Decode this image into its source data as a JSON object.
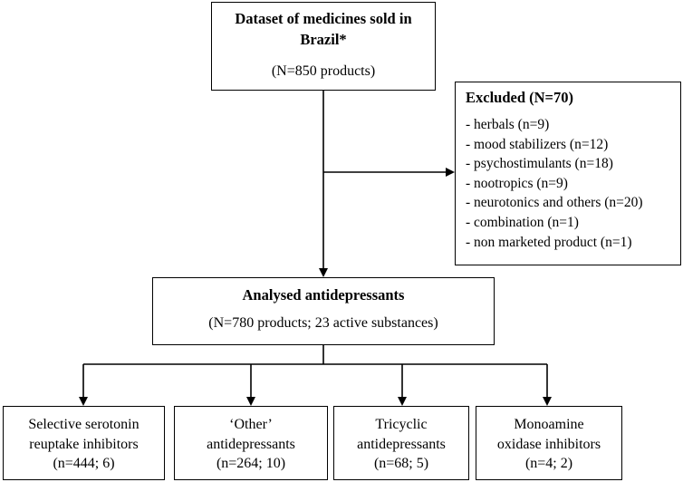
{
  "source_box": {
    "title": "Dataset of medicines sold in Brazil*",
    "count": "(N=850 products)"
  },
  "excluded_box": {
    "title": "Excluded (N=70)",
    "items": [
      "- herbals (n=9)",
      "- mood stabilizers (n=12)",
      "- psychostimulants (n=18)",
      "- nootropics (n=9)",
      "- neurotonics and others (n=20)",
      "- combination (n=1)",
      "- non marketed product (n=1)"
    ]
  },
  "analysed_box": {
    "title": "Analysed antidepressants",
    "count": "(N=780 products; 23 active substances)"
  },
  "categories": [
    {
      "line1": "Selective serotonin",
      "line2": "reuptake inhibitors",
      "count": "(n=444; 6)"
    },
    {
      "line1": "‘Other’",
      "line2": "antidepressants",
      "count": "(n=264; 10)"
    },
    {
      "line1": "Tricyclic",
      "line2": "antidepressants",
      "count": "(n=68; 5)"
    },
    {
      "line1": "Monoamine",
      "line2": "oxidase inhibitors",
      "count": "(n=4; 2)"
    }
  ]
}
